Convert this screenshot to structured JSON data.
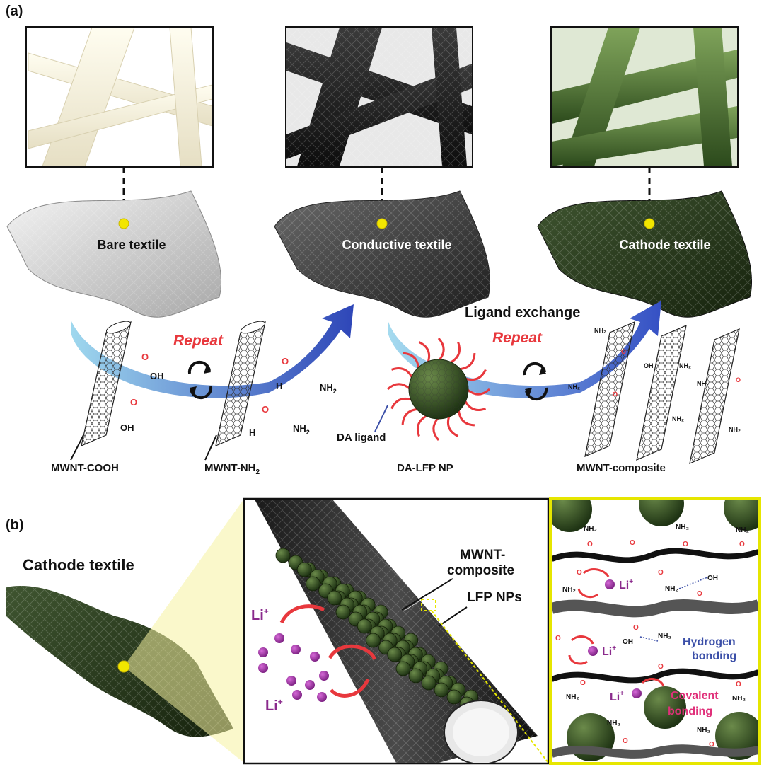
{
  "panel_a": {
    "label": "(a)",
    "textiles": [
      {
        "name": "Bare textile"
      },
      {
        "name": "Conductive textile"
      },
      {
        "name": "Cathode textile"
      }
    ],
    "steps": {
      "repeat_1": "Repeat",
      "repeat_2": "Repeat",
      "ligand_exchange": "Ligand exchange"
    },
    "chem": {
      "oh": "OH",
      "o": "O",
      "h": "H",
      "nh": "N",
      "nh2_main": "NH",
      "nh2_sub": "2"
    },
    "materials": {
      "mwnt_cooh": "MWNT-COOH",
      "mwnt_nh2_main": "MWNT-NH",
      "mwnt_nh2_sub": "2",
      "da_ligand": "DA ligand",
      "da_lfp": "DA-LFP NP",
      "mwnt_composite": "MWNT-composite"
    }
  },
  "panel_b": {
    "label": "(b)",
    "cathode_textile": "Cathode textile",
    "mwnt_composite_line1": "MWNT-",
    "mwnt_composite_line2": "composite",
    "lfp_nps": "LFP NPs",
    "li": "Li",
    "plus": "+",
    "hydrogen_line1": "Hydrogen",
    "hydrogen_line2": "bonding",
    "covalent_line1": "Covalent",
    "covalent_line2": "bonding",
    "nh2": "NH₂",
    "oh": "OH",
    "o": "O"
  },
  "colors": {
    "accent_red": "#e8383d",
    "li_purple": "#8a2a8c",
    "hydrogen_blue": "#3b4fa8",
    "covalent_pink": "#e0307a",
    "textile_green": "#2c3a1a",
    "yellow_dot": "#f2e600",
    "frame_yellow": "#e6e600"
  }
}
